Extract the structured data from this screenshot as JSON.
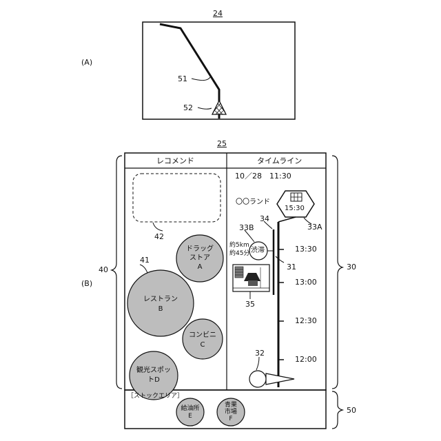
{
  "fig_a": {
    "screen_ref": "24",
    "part_label": "(A)",
    "route_ref": "51",
    "marker_ref": "52"
  },
  "fig_b": {
    "screen_ref": "25",
    "part_label": "(B)",
    "left_brace_ref": "40",
    "right_brace_ref": "30",
    "stock_brace_ref": "50",
    "recommend_header": "レコメンド",
    "timeline_header": "タイムライン",
    "placeholder_ref": "42",
    "circle_ref": "41",
    "circles": [
      {
        "line1": "ドラッグ",
        "line2": "ストア",
        "line3": "A"
      },
      {
        "line1": "レストラン",
        "line2": "B"
      },
      {
        "line1": "コンビニ",
        "line2": "C"
      },
      {
        "line1": "観光スポッ",
        "line2": "トD"
      }
    ],
    "timeline": {
      "date_time": "10／28　11:30",
      "destination": "〇〇ランド",
      "destination_time": "15:30",
      "destination_ref": "33A",
      "jam_ref": "33B",
      "jam_label": "渋滞",
      "jam_distance": "約5km",
      "jam_duration": "約45分",
      "marker_ref_34": "34",
      "marker_ref_31": "31",
      "photo_ref": "35",
      "current_ref": "32",
      "ticks": [
        "13:30",
        "13:00",
        "12:30",
        "12:00"
      ]
    },
    "stock": {
      "label": "［ストックエリア］",
      "items": [
        {
          "line1": "給油所",
          "line2": "E"
        },
        {
          "line1": "青果",
          "line2": "市場",
          "line3": "F"
        }
      ]
    }
  }
}
